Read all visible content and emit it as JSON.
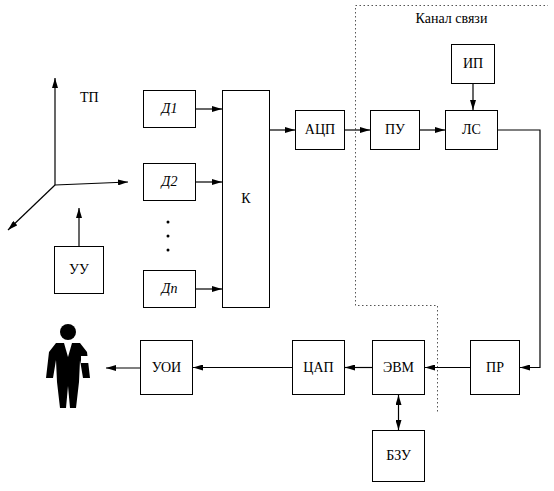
{
  "diagram": {
    "nodes": [
      {
        "text": [
          "Канал связи"
        ]
      },
      {
        "text": [
          "ИП"
        ],
        "in": 0
      },
      {
        "text": [
          "Д1"
        ]
      },
      {
        "text": [
          "Д2"
        ]
      },
      {
        "text": [
          "Дn"
        ]
      },
      {
        "text": [
          "К"
        ]
      },
      {
        "text": [
          "АЦП"
        ]
      },
      {
        "text": [
          "ПУ"
        ],
        "in": 0
      },
      {
        "text": [
          "ЛС"
        ],
        "in": 0
      },
      {
        "text": [
          "УУ"
        ]
      },
      {
        "text": [
          "ПР"
        ],
        "in": 0
      },
      {
        "text": [
          "ЭВМ"
        ]
      },
      {
        "text": [
          "ЦАП"
        ]
      },
      {
        "text": [
          "УОИ"
        ]
      },
      {
        "text": [
          "БЗУ"
        ]
      }
    ],
    "edges": [
      {
        "from": 2,
        "to": 5,
        "arrow": "to"
      },
      {
        "from": 3,
        "to": 5,
        "arrow": "to"
      },
      {
        "from": 4,
        "to": 5,
        "arrow": "to"
      },
      {
        "from": 5,
        "to": 6,
        "arrow": "to"
      },
      {
        "from": 6,
        "to": 7,
        "arrow": "to"
      },
      {
        "from": 1,
        "to": 8,
        "arrow": "to"
      },
      {
        "from": 7,
        "to": 8,
        "arrow": "to"
      },
      {
        "from": 8,
        "to": 10,
        "arrow": "to"
      },
      {
        "from": 10,
        "to": 11,
        "arrow": "to"
      },
      {
        "from": 11,
        "to": 12,
        "arrow": "to"
      },
      {
        "from": 12,
        "to": 13,
        "arrow": "to"
      },
      {
        "from": 11,
        "to": 14,
        "arrow": "both"
      }
    ],
    "labels": [
      "ТП"
    ]
  }
}
